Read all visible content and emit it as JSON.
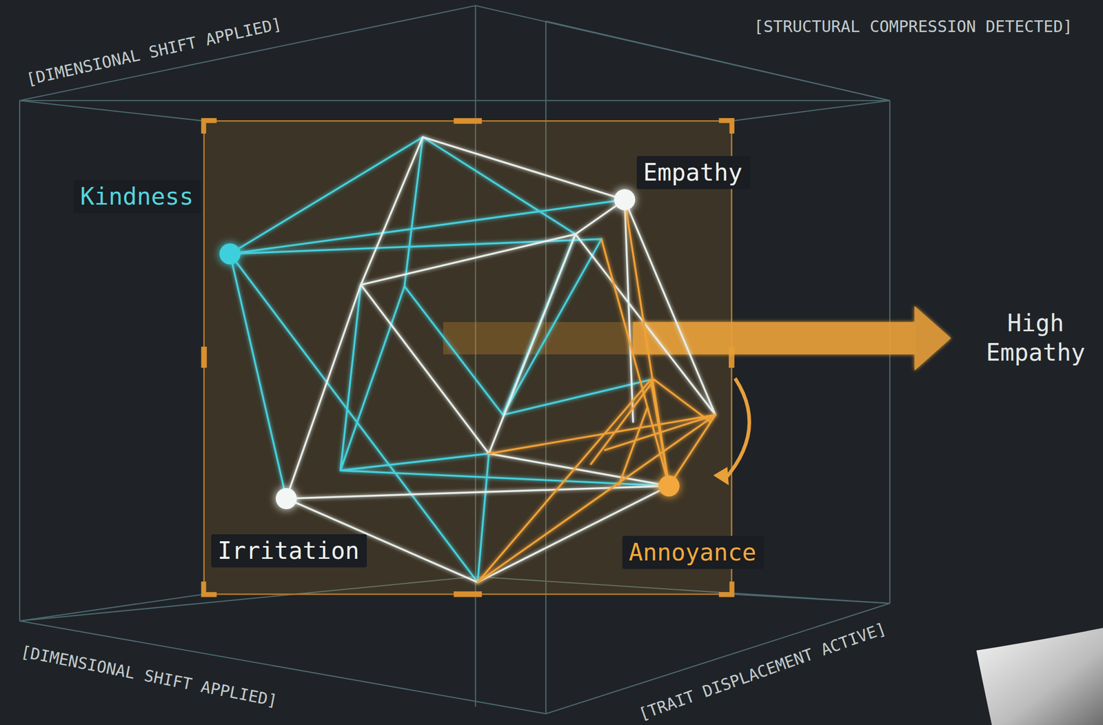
{
  "diagram": {
    "nodes": [
      {
        "text": [
          "Kindness"
        ]
      },
      {
        "text": [
          "Empathy"
        ]
      },
      {
        "text": [
          "Irritation"
        ]
      },
      {
        "text": [
          "Annoyance"
        ]
      }
    ],
    "labels": [
      "[DIMENSIONAL SHIFT APPLIED]",
      "[STRUCTURAL COMPRESSION DETECTED]",
      "High Empathy",
      "[DIMENSIONAL SHIFT APPLIED]",
      "[TRAIT DISPLACEMENT ACTIVE]"
    ]
  }
}
